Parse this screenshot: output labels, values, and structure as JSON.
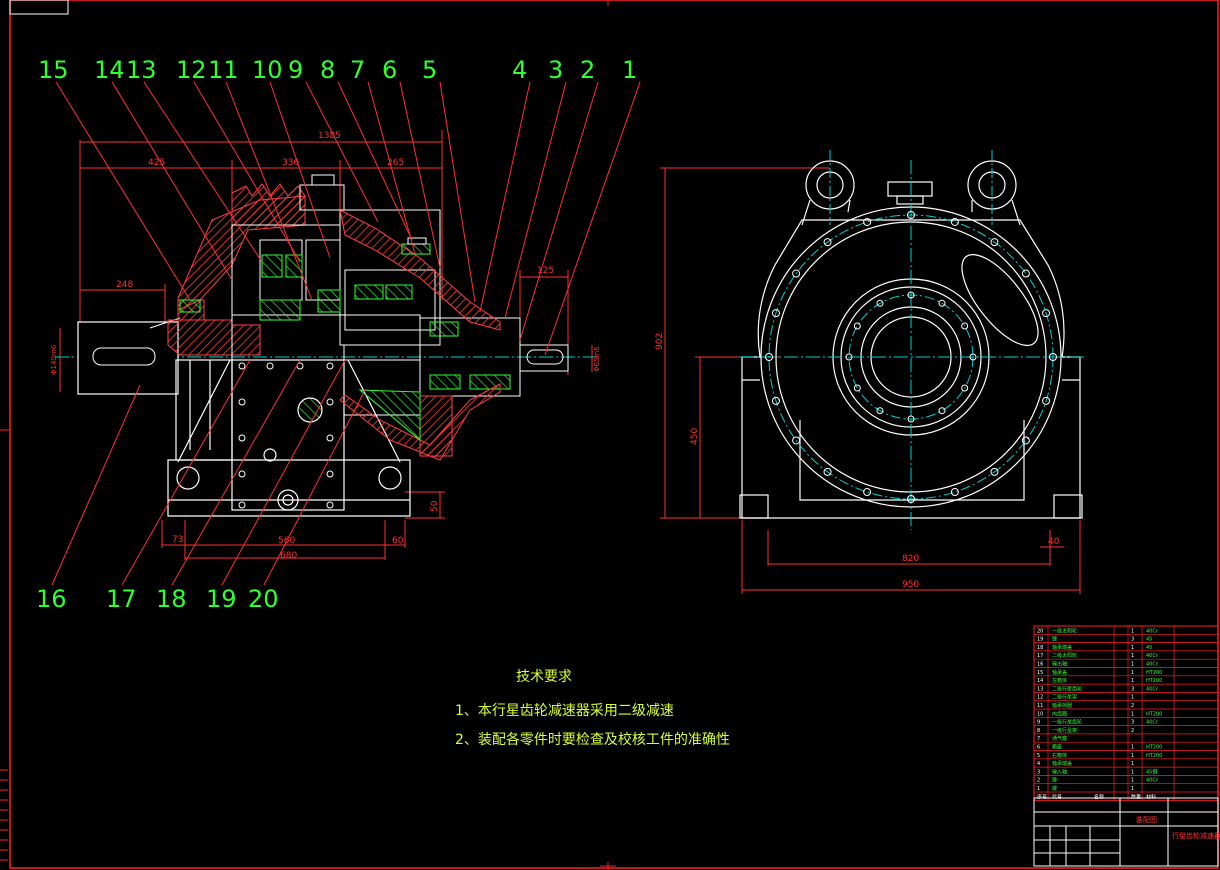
{
  "callouts_top": [
    "15",
    "14",
    "13",
    "12",
    "11",
    "10",
    "9",
    "8",
    "7",
    "6",
    "5",
    "4",
    "3",
    "2",
    "1"
  ],
  "callouts_bottom": [
    "16",
    "17",
    "18",
    "19",
    "20"
  ],
  "dimensions": {
    "overall_length": "1385",
    "left_section": "425",
    "middle_section": "336",
    "right_section": "265",
    "input_shaft_len": "248",
    "output_shaft_len": "125",
    "shaft_dia_left": "Φ140m6",
    "shaft_dia_right": "Φ65m6",
    "base_left": "73",
    "base_width": "560",
    "base_overall": "680",
    "base_right": "60",
    "foot_height": "50",
    "center_height": "450",
    "overall_height": "902",
    "foot_span": "820",
    "overall_width": "950",
    "foot_edge": "40"
  },
  "technical_requirements": {
    "title": "技术要求",
    "items": [
      "1、本行星齿轮减速器采用二级减速",
      "2、装配各零件时要检查及校核工件的准确性"
    ]
  },
  "bom": {
    "rows": [
      {
        "no": "20",
        "name": "一级太阳轮",
        "qty": "1",
        "material": "40Cr"
      },
      {
        "no": "19",
        "name": "键",
        "qty": "3",
        "material": "45"
      },
      {
        "no": "18",
        "name": "轴承端盖",
        "qty": "1",
        "material": "45"
      },
      {
        "no": "17",
        "name": "二级太阳轮",
        "qty": "1",
        "material": "40Cr"
      },
      {
        "no": "16",
        "name": "输出轴",
        "qty": "1",
        "material": "40Cr"
      },
      {
        "no": "15",
        "name": "轴承盖",
        "qty": "1",
        "material": "HT200"
      },
      {
        "no": "14",
        "name": "左箱体",
        "qty": "1",
        "material": "HT200"
      },
      {
        "no": "13",
        "name": "二级行星齿轮",
        "qty": "3",
        "material": "40Cr"
      },
      {
        "no": "12",
        "name": "二级行星架",
        "qty": "1",
        "material": ""
      },
      {
        "no": "11",
        "name": "轴承挡圈",
        "qty": "2",
        "material": ""
      },
      {
        "no": "10",
        "name": "内齿圈",
        "qty": "1",
        "material": "HT200"
      },
      {
        "no": "9",
        "name": "一级行星齿轮",
        "qty": "3",
        "material": "40Cr"
      },
      {
        "no": "8",
        "name": "一级行星架",
        "qty": "2",
        "material": ""
      },
      {
        "no": "7",
        "name": "通气塞",
        "qty": "",
        "material": ""
      },
      {
        "no": "6",
        "name": "箱盖",
        "qty": "1",
        "material": "HT200"
      },
      {
        "no": "5",
        "name": "右箱体",
        "qty": "1",
        "material": "HT200"
      },
      {
        "no": "4",
        "name": "轴承端盖",
        "qty": "1",
        "material": ""
      },
      {
        "no": "3",
        "name": "输入轴",
        "qty": "1",
        "material": "45钢"
      },
      {
        "no": "2",
        "name": "键",
        "qty": "1",
        "material": "40Cr"
      },
      {
        "no": "1",
        "name": "键",
        "qty": "1",
        "material": ""
      }
    ],
    "header": [
      "序号",
      "代号",
      "名称",
      "数量",
      "材料"
    ]
  },
  "title_block": {
    "drawing_name": "行星齿轮减速器",
    "assembly": "装配图"
  },
  "colors": {
    "background": "#000000",
    "outline": "#ffffff",
    "dimension": "#ff3030",
    "callout_text": "#30ff30",
    "centerline": "#00d0d0",
    "section_hatch": "#ff4040",
    "bearing": "#30ff30",
    "tech_text": "#d8ff3a"
  }
}
